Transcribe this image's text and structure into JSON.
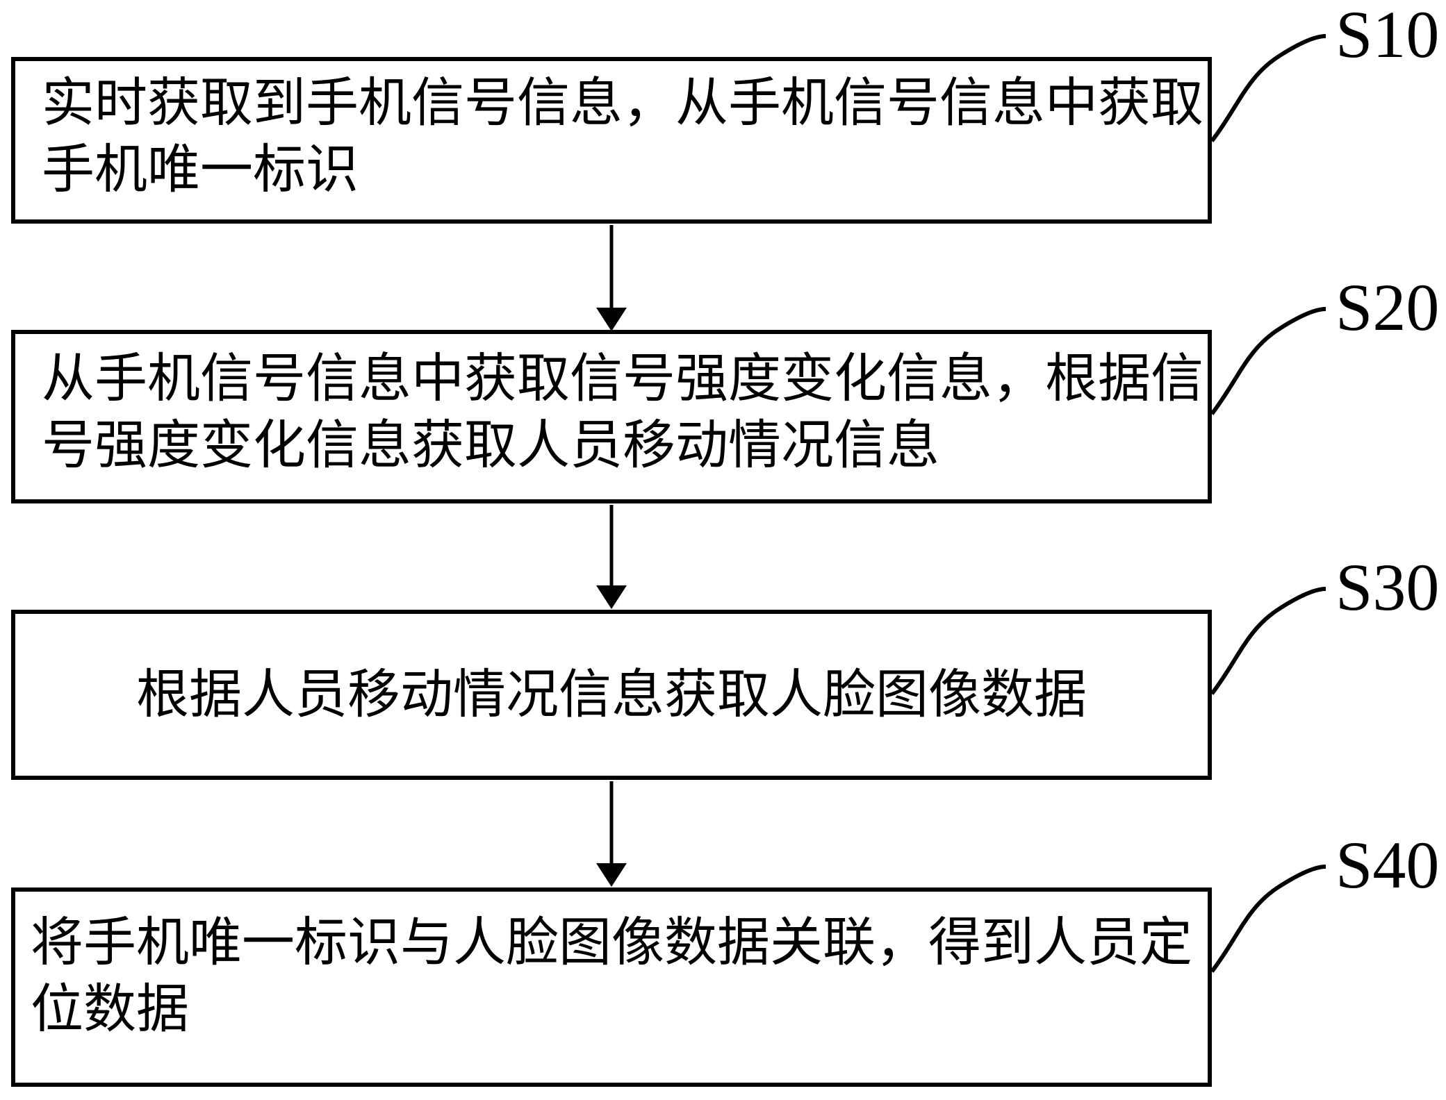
{
  "figure": {
    "background_color": "#ffffff",
    "line_color": "#000000",
    "type": "patent-flowchart"
  },
  "steps": [
    {
      "label": "S10",
      "text": "实时获取到手机信号信息，从手机信号信息中获取手机唯一标识",
      "lines": [
        "实时获取到手机信号信息，从手机信号信息中获取",
        "手机唯一标识"
      ]
    },
    {
      "label": "S20",
      "text": "从手机信号信息中获取信号强度变化信息，根据信号强度变化信息获取人员移动情况信息",
      "lines": [
        "从手机信号信息中获取信号强度变化信息，根据信",
        "号强度变化信息获取人员移动情况信息"
      ]
    },
    {
      "label": "S30",
      "text": "根据人员移动情况信息获取人脸图像数据",
      "lines": [
        "根据人员移动情况信息获取人脸图像数据"
      ]
    },
    {
      "label": "S40",
      "text": "将手机唯一标识与人脸图像数据关联，得到人员定位数据",
      "lines": [
        "将手机唯一标识与人脸图像数据关联，得到人员定",
        "位数据"
      ]
    }
  ]
}
